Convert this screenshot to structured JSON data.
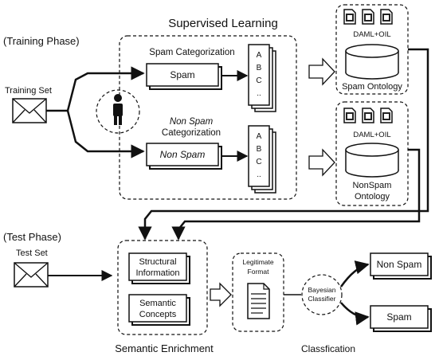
{
  "title": "Supervised Learning",
  "training_phase": "(Training Phase)",
  "test_phase": "(Test Phase)",
  "training_set": "Training Set",
  "test_set": "Test Set",
  "spam_categorization": "Spam Categorization",
  "spam_box": "Spam",
  "nonspam_categorization": [
    "Non Spam",
    "Categorization"
  ],
  "nonspam_box": "Non Spam",
  "doc_letters": [
    "A",
    "B",
    "C",
    ".."
  ],
  "daml_oil_1": "DAML+OIL",
  "spam_ontology": "Spam Ontology",
  "daml_oil_2": "DAML+OIL",
  "nonspam_ontology": [
    "NonSpam",
    "Ontology"
  ],
  "structural_info": [
    "Structural",
    "Information"
  ],
  "semantic_concepts": [
    "Semantic",
    "Concepts"
  ],
  "semantic_enrichment": "Semantic Enrichment",
  "legitimate_format": [
    "Legitimate",
    "Format"
  ],
  "bayesian_classifier": [
    "Bayesian",
    "Classifier"
  ],
  "result_nonspam": "Non Spam",
  "result_spam": "Spam",
  "classification": "Classfication"
}
